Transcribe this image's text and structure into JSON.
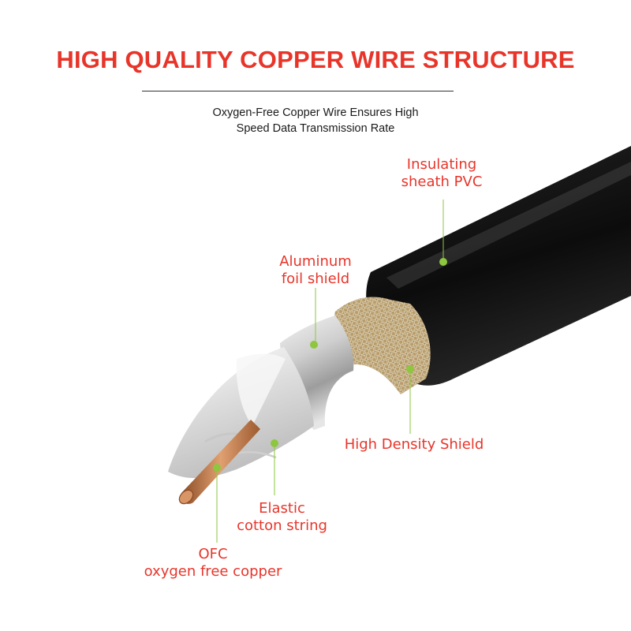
{
  "title": "HIGH QUALITY COPPER WIRE STRUCTURE",
  "subtitle": {
    "line1": "Oxygen-Free Copper Wire Ensures High",
    "line2": "Speed Data Transmission Rate"
  },
  "labels": {
    "insulating": {
      "line1": "Insulating",
      "line2": "sheath PVC"
    },
    "aluminum": {
      "line1": "Aluminum",
      "line2": "foil shield"
    },
    "high_density": {
      "line1": "High Density Shield"
    },
    "elastic": {
      "line1": "Elastic",
      "line2": "cotton string"
    },
    "ofc": {
      "line1": "OFC",
      "line2": "oxygen free copper"
    }
  },
  "colors": {
    "title": "#e8352a",
    "label": "#e8352a",
    "marker": "#8ec63f",
    "sheath": "#141414",
    "copper": "#c07a45"
  }
}
